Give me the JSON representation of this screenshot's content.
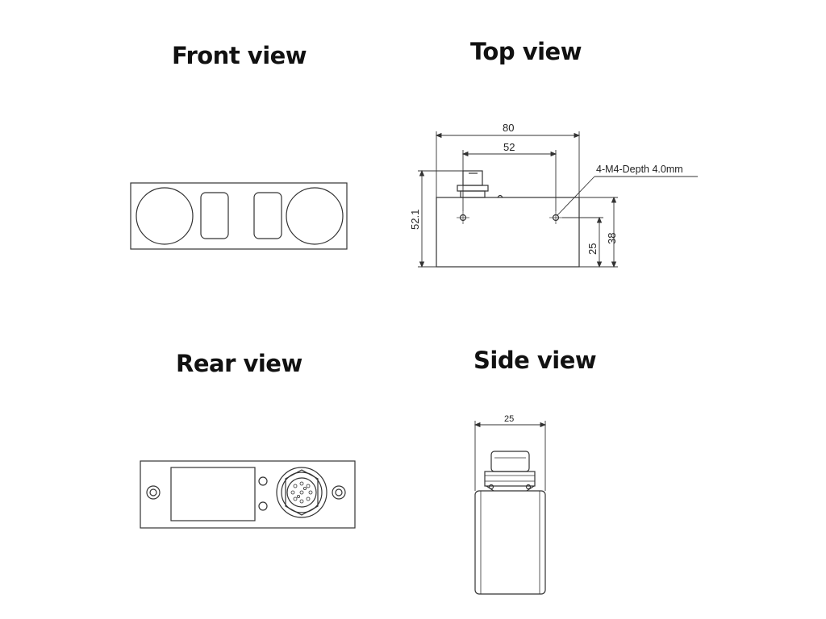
{
  "views": {
    "front": {
      "title": "Front view"
    },
    "top": {
      "title": "Top view"
    },
    "rear": {
      "title": "Rear view"
    },
    "side": {
      "title": "Side view"
    }
  },
  "dimensions": {
    "top_total_width": "80",
    "top_hole_spacing": "52",
    "top_overall_height": "52.1",
    "top_hole_height": "25",
    "top_body_height": "38",
    "top_hole_callout": "4-M4-Depth 4.0mm",
    "side_width": "25"
  }
}
